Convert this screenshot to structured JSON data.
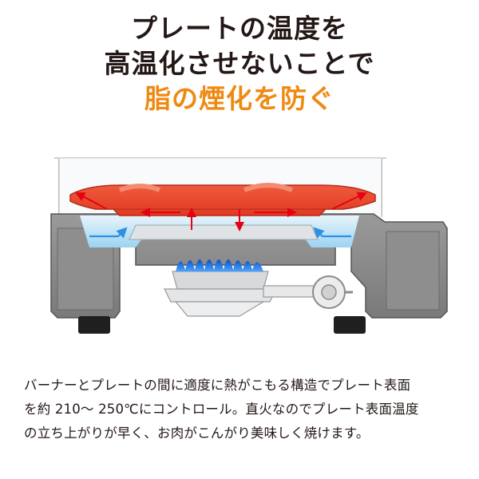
{
  "headline": {
    "line1": "プレートの温度を",
    "line2": "高温化させないことで",
    "line3": "脂の煙化を防ぐ",
    "text_color": "#231815",
    "accent_color": "#ee8a12"
  },
  "illustration": {
    "plate_color": "#e8452c",
    "body_color": "#8a8a8a",
    "flame_color": "#1e6fd8",
    "air_flow_color": "#5ab4ef",
    "heat_arrow_color": "#e60012"
  },
  "caption": {
    "line1": "バーナーとプレートの間に適度に熱がこもる構造でプレート表面",
    "line2": "を約 210～ 250℃にコントロール。直火なのでプレート表面温度",
    "line3": "の立ち上がりが早く、お肉がこんがり美味しく焼けます。"
  }
}
